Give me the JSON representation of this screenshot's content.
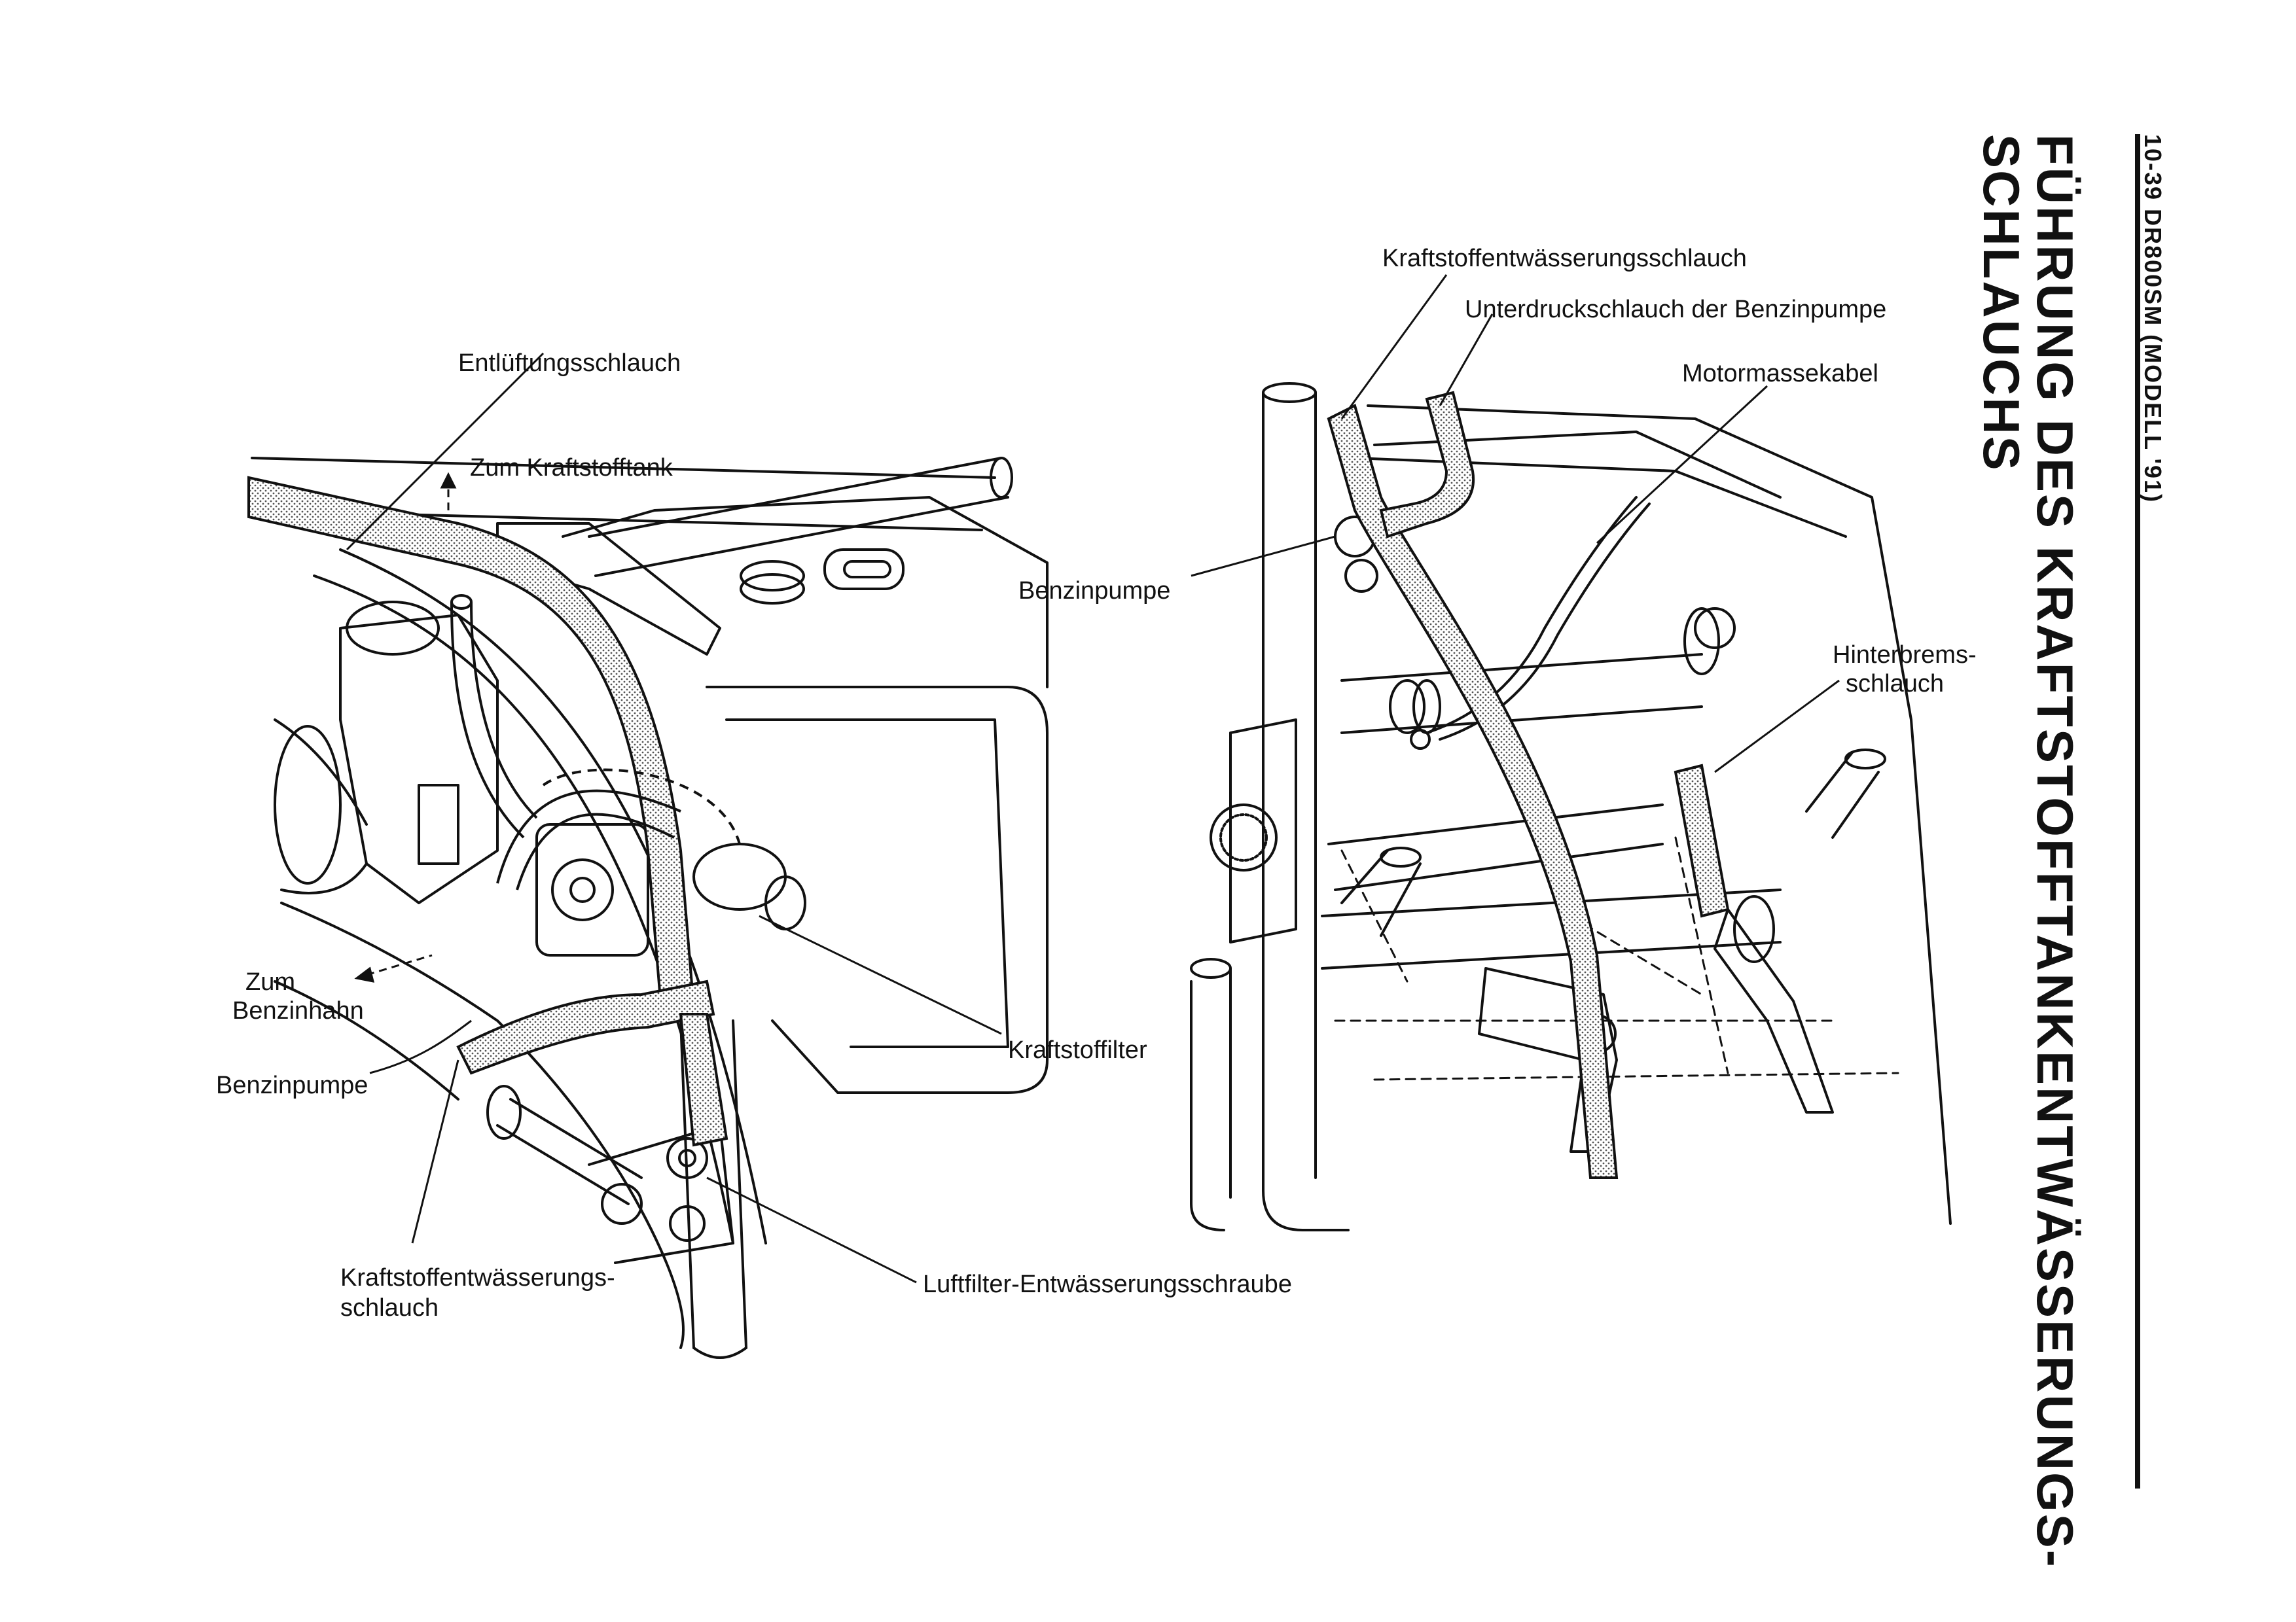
{
  "header": {
    "page_ref": "10-39 DR800SM (MODELL '91)",
    "title_line1": "FÜHRUNG DES KRAFTSTOFFTANKENTWÄSSERUNGS-",
    "title_line2": "SCHLAUCHS"
  },
  "left_figure": {
    "labels": {
      "vent_hose": "Entlüftungsschlauch",
      "to_fuel_tank": "Zum Kraftstofftank",
      "to_fuel_cock_1": "Zum",
      "to_fuel_cock_2": "Benzinhahn",
      "fuel_pump": "Benzinpumpe",
      "fuel_filter": "Kraftstoffilter",
      "drain_hose_1": "Kraftstoffentwässerungs-",
      "drain_hose_2": "schlauch",
      "airfilter_drain_screw": "Luftfilter-Entwässerungsschraube"
    }
  },
  "right_figure": {
    "labels": {
      "drain_hose": "Kraftstoffentwässerungsschlauch",
      "vacuum_hose": "Unterdruckschlauch der Benzinpumpe",
      "engine_ground_cable": "Motormassekabel",
      "fuel_pump": "Benzinpumpe",
      "rear_brake_hose_1": "Hinterbrems-",
      "rear_brake_hose_2": "schlauch"
    }
  },
  "colors": {
    "ink": "#111111",
    "paper": "#ffffff",
    "hatch": "#555555"
  }
}
